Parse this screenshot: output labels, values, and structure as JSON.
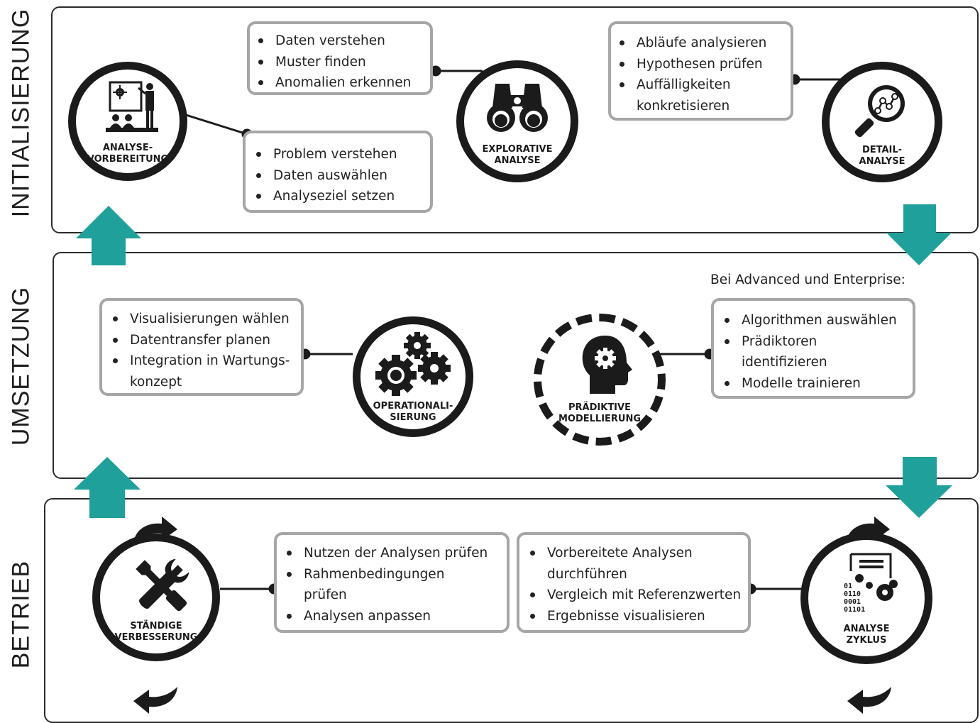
{
  "phases": {
    "initialisierung": "INITIALISIERUNG",
    "umsetzung": "UMSETZUNG",
    "betrieb": "BETRIEB"
  },
  "colors": {
    "arrow": "#1fa09a",
    "node_border": "#1b1b1b",
    "box_border": "#a6a6a6",
    "panel_border": "#2b2b2b"
  },
  "nodes": {
    "analyse_vorbereitung": {
      "line1": "ANALYSE-",
      "line2": "VORBEREITUNG",
      "icon": "presentation-icon"
    },
    "explorative_analyse": {
      "line1": "EXPLORATIVE",
      "line2": "ANALYSE",
      "icon": "binoculars-icon"
    },
    "detail_analyse": {
      "line1": "DETAIL-",
      "line2": "ANALYSE",
      "icon": "magnifier-chart-icon"
    },
    "operationalisierung": {
      "line1": "OPERATIONALI-",
      "line2": "SIERUNG",
      "icon": "gears-icon"
    },
    "praediktive_modellierung": {
      "line1": "PRÄDIKTIVE",
      "line2": "MODELLIERUNG",
      "icon": "head-gear-icon"
    },
    "staendige_verbesserung": {
      "line1": "STÄNDIGE",
      "line2": "VERBESSERUNG",
      "icon": "tools-icon"
    },
    "analyse_zyklus": {
      "line1": "ANALYSE",
      "line2": "ZYKLUS",
      "icon": "document-binary-icon",
      "binary": [
        "01",
        "0110",
        "0001",
        "01101"
      ]
    }
  },
  "boxes": {
    "explorative": [
      "Daten verstehen",
      "Muster finden",
      "Anomalien erkennen"
    ],
    "vorbereitung": [
      "Problem verstehen",
      "Daten auswählen",
      "Analyseziel setzen"
    ],
    "detail": [
      "Abläufe analysieren",
      "Hypothesen prüfen",
      "Auffälligkeiten",
      "konkretisieren"
    ],
    "operationalisierung": [
      "Visualisierungen wählen",
      "Datentransfer planen",
      "Integration in Wartungs-",
      "konzept"
    ],
    "modellierung": [
      "Algorithmen auswählen",
      "Prädiktoren",
      "identifizieren",
      "Modelle trainieren"
    ],
    "verbesserung": [
      "Nutzen der Analysen prüfen",
      "Rahmenbedingungen",
      "prüfen",
      "Analysen anpassen"
    ],
    "zyklus": [
      "Vorbereitete Analysen",
      "durchführen",
      "Vergleich mit Referenzwerten",
      "Ergebnisse visualisieren"
    ]
  },
  "notes": {
    "advanced": "Bei Advanced und Enterprise:"
  }
}
